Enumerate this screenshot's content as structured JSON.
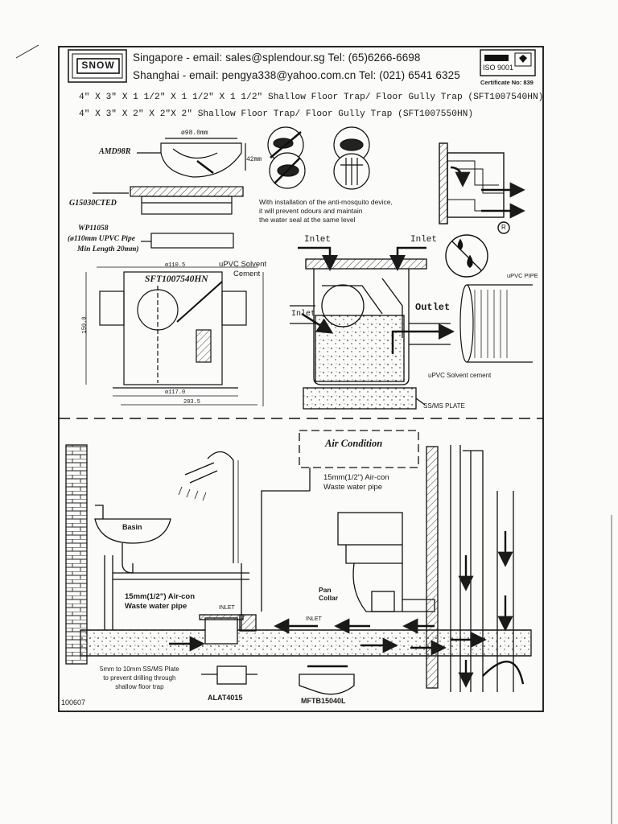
{
  "header": {
    "logo_text": "SNOW",
    "singapore_line": "Singapore - email: sales@splendour.sg   Tel: (65)6266-6698",
    "shanghai_line": "Shanghai - email: pengya338@yahoo.com.cn  Tel: (021) 6541 6325",
    "iso_label": "ISO 9001",
    "certificate": "Certificate No: 839"
  },
  "titles": [
    "4\" X 3\" X 1 1/2\" X 1 1/2\" X 1 1/2\" Shallow Floor Trap/ Floor Gully Trap (SFT1007540HN)",
    "4\" X 3\" X 2\" X 2\"X 2\" Shallow Floor Trap/ Floor Gully Trap (SFT1007550HN)"
  ],
  "parts": {
    "dim_98": "ø98.0mm",
    "amd98r": "AMD98R",
    "dim_42": "42mm",
    "g15030cted": "G15030CTED",
    "wp11058": "WP11058",
    "wp_pipe": "(ø110mm UPVC Pipe",
    "wp_len": "Min Length 20mm)",
    "model": "SFT1007540HN",
    "upvc_solvent_1": "uPVC Solvent",
    "upvc_solvent_2": "Cement",
    "dim_110": "ø110.5",
    "dim_150": "150.0",
    "dim_117": "ø117.0",
    "dim_203": "203.5"
  },
  "mosquito_note": [
    "With installation of the anti-mosquito device,",
    "it will prevent odours and maintain",
    "the water seal at the same level"
  ],
  "section": {
    "inlet_left": "Inlet",
    "inlet_right": "Inlet",
    "inlet_side": "Inlet",
    "outlet": "Outlet",
    "upvc_pipe": "uPVC PIPE",
    "upvc_solvent": "uPVC Solvent cement",
    "plate": "SS/MS PLATE",
    "registered": "R"
  },
  "installation": {
    "air_condition": "Air Condition",
    "aircon_pipe_top_1": "15mm(1/2\") Air-con",
    "aircon_pipe_top_2": "Waste water pipe",
    "basin": "Basin",
    "aircon_pipe_left_1": "15mm(1/2\") Air-con",
    "aircon_pipe_left_2": "Waste water pipe",
    "pan_collar_1": "Pan",
    "pan_collar_2": "Collar",
    "inlet_a": "INLET",
    "inlet_b": "INLET",
    "plate_note_1": "5mm to 10mm SS/MS Plate",
    "plate_note_2": "to prevent drilling through",
    "plate_note_3": "shallow floor trap",
    "alat": "ALAT4015",
    "mftb": "MFTB15040L",
    "doc_no": "100607"
  }
}
